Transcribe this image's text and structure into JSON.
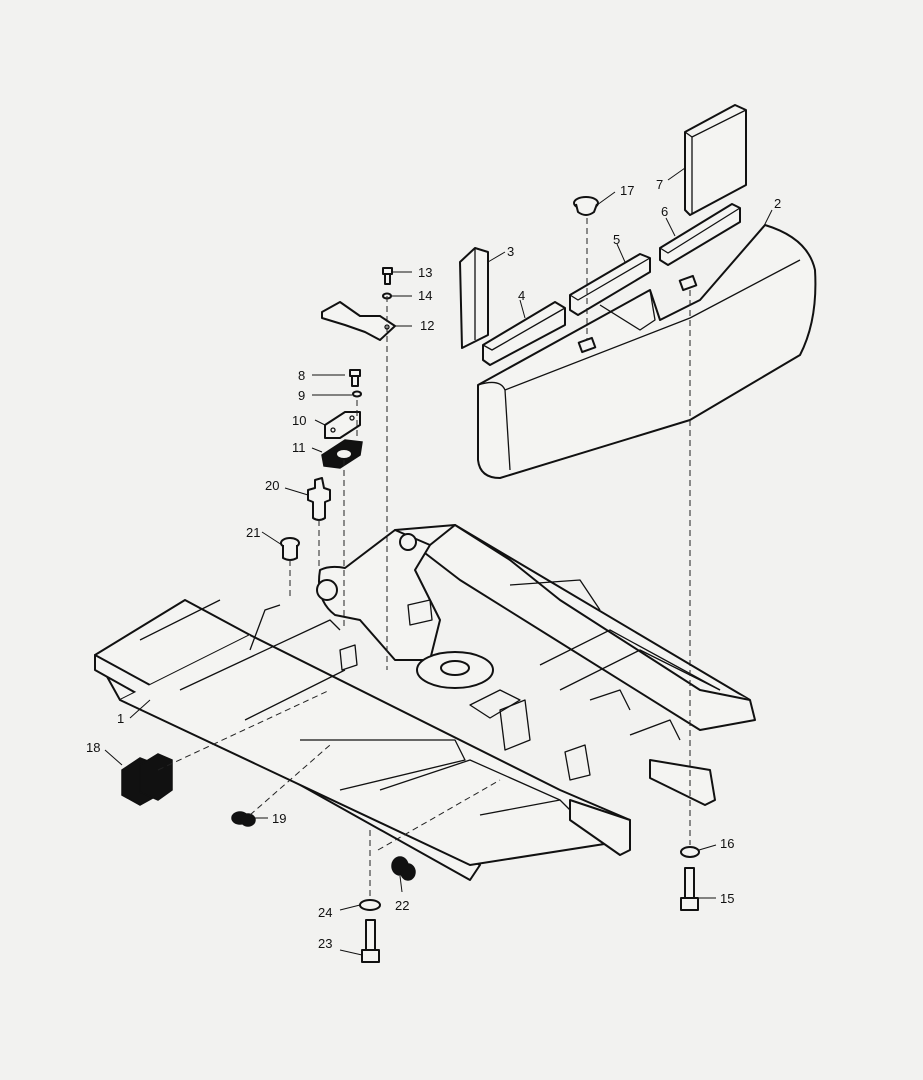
{
  "callouts": [
    {
      "id": "c1",
      "text": "1"
    },
    {
      "id": "c2",
      "text": "2"
    },
    {
      "id": "c3",
      "text": "3"
    },
    {
      "id": "c4",
      "text": "4"
    },
    {
      "id": "c5",
      "text": "5"
    },
    {
      "id": "c6",
      "text": "6"
    },
    {
      "id": "c7",
      "text": "7"
    },
    {
      "id": "c8",
      "text": "8"
    },
    {
      "id": "c9",
      "text": "9"
    },
    {
      "id": "c10",
      "text": "10"
    },
    {
      "id": "c11",
      "text": "11"
    },
    {
      "id": "c12",
      "text": "12"
    },
    {
      "id": "c13",
      "text": "13"
    },
    {
      "id": "c14",
      "text": "14"
    },
    {
      "id": "c15",
      "text": "15"
    },
    {
      "id": "c16",
      "text": "16"
    },
    {
      "id": "c17",
      "text": "17"
    },
    {
      "id": "c18",
      "text": "18"
    },
    {
      "id": "c19",
      "text": "19"
    },
    {
      "id": "c20",
      "text": "20"
    },
    {
      "id": "c21",
      "text": "21"
    },
    {
      "id": "c22",
      "text": "22"
    },
    {
      "id": "c23",
      "text": "23"
    },
    {
      "id": "c24",
      "text": "24"
    }
  ],
  "colors": {
    "background": "#f2f2f0",
    "line": "#111111"
  }
}
